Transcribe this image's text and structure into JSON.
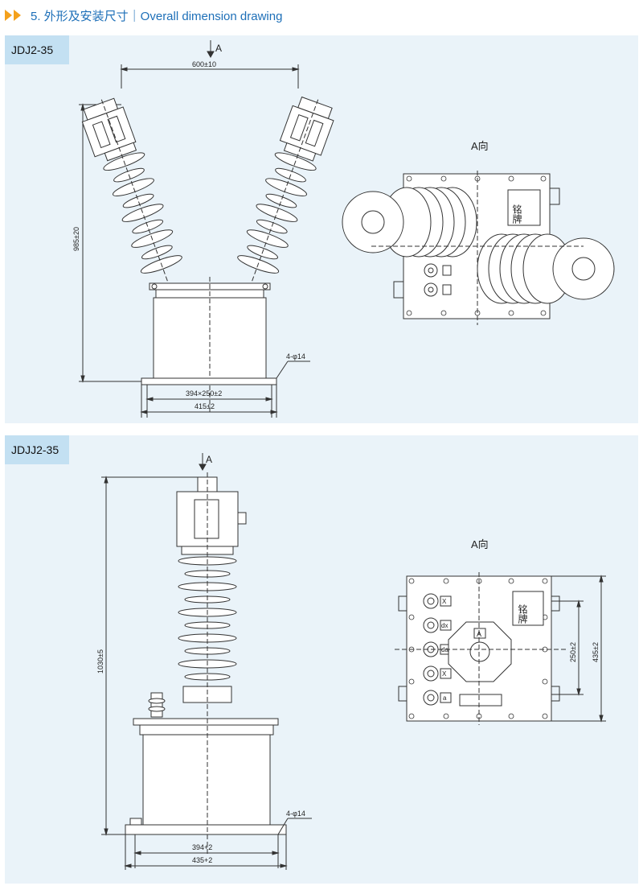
{
  "header": {
    "section_title": "5. 外形及安装尺寸｜Overall dimension drawing",
    "accent_color": "#1d6fb8",
    "bullet_icon": "double-triangle-icon"
  },
  "models": [
    {
      "name": "JDJ2-35",
      "view_arrow_label": "A",
      "view_label": "A向",
      "dims": {
        "top_width": "600±10",
        "height": "985±20",
        "base_inner": "394×250±2",
        "base_outer": "415±2",
        "holes": "4-φ14"
      },
      "nameplate_text": "铭牌"
    },
    {
      "name": "JDJJ2-35",
      "view_arrow_label": "A",
      "view_label": "A向",
      "dims": {
        "height": "1030±5",
        "base_inner": "394+2",
        "base_outer": "435+2",
        "holes": "4-φ14",
        "bolt_spacing": "250±2",
        "plate_height": "435±2"
      },
      "nameplate_text": "铭牌",
      "terminals": [
        "X",
        "dx",
        "da",
        "X",
        "a"
      ],
      "center_label": "A"
    }
  ]
}
